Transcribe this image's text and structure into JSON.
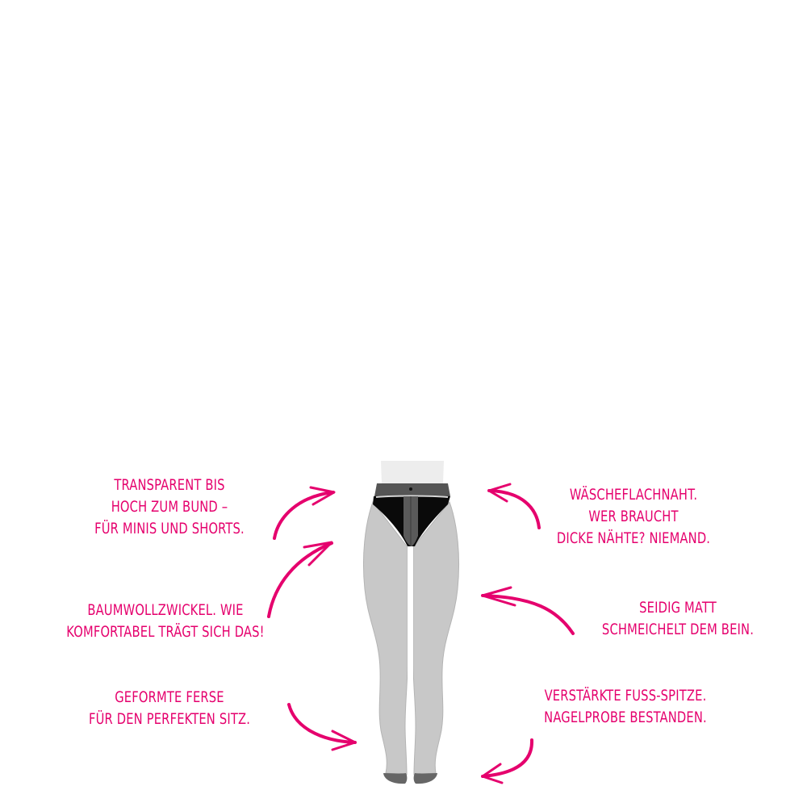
{
  "colors": {
    "accent": "#e5006d",
    "leg_fill": "#c8c8c8",
    "leg_stroke": "#b4b4b4",
    "waist_fill": "#ededed",
    "band_fill": "#555555",
    "panty_fill": "#0a0a0a",
    "gusset_fill": "#5a5a5a",
    "toe_fill": "#666666",
    "background": "#ffffff"
  },
  "callouts": [
    {
      "id": "waist",
      "side": "left",
      "lines": [
        "Transparent bis",
        "hoch zum Bund –",
        "für Minis und Shorts."
      ]
    },
    {
      "id": "gusset",
      "side": "left",
      "lines": [
        "Baumwollzwickel. Wie",
        "komfortabel trägt sich das!"
      ]
    },
    {
      "id": "heel",
      "side": "left",
      "lines": [
        "Geformte Ferse",
        "für den perfekten Sitz."
      ]
    },
    {
      "id": "seam",
      "side": "right",
      "lines": [
        "Wäscheflachnaht.",
        "Wer braucht",
        "dicke Nähte? Niemand."
      ]
    },
    {
      "id": "finish",
      "side": "right",
      "lines": [
        "Seidig matt",
        "schmeichelt dem Bein."
      ]
    },
    {
      "id": "toe",
      "side": "right",
      "lines": [
        "Verstärkte Fuss-Spitze.",
        "Nagelprobe bestanden."
      ]
    }
  ],
  "arrows": [
    {
      "id": "arrow-waist",
      "direction": "right"
    },
    {
      "id": "arrow-gusset",
      "direction": "right"
    },
    {
      "id": "arrow-heel",
      "direction": "right"
    },
    {
      "id": "arrow-seam",
      "direction": "left"
    },
    {
      "id": "arrow-finish",
      "direction": "left"
    },
    {
      "id": "arrow-toe",
      "direction": "left"
    }
  ],
  "figure": {
    "subject": "tights-illustration"
  }
}
